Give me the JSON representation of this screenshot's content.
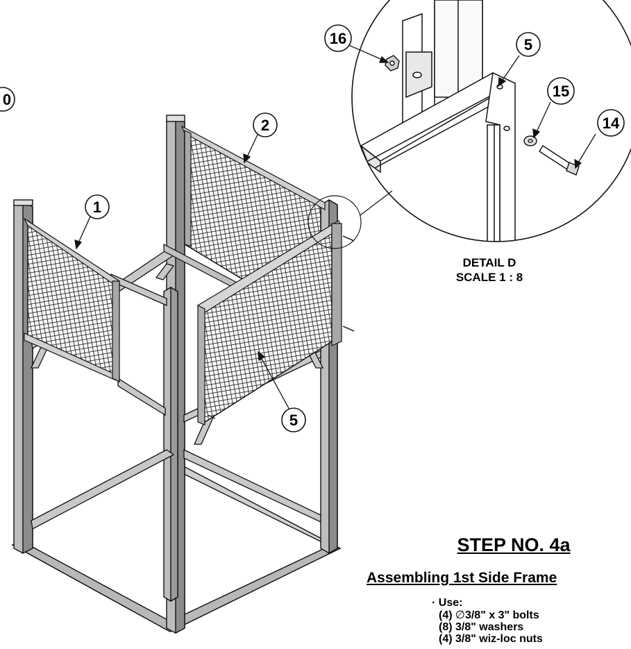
{
  "callouts": {
    "part_1": "1",
    "part_2": "2",
    "part_5_main": "5",
    "part_10_partial": "0",
    "detail_16": "16",
    "detail_5": "5",
    "detail_15": "15",
    "detail_14": "14"
  },
  "detail": {
    "label": "DETAIL D",
    "scale": "SCALE 1 : 8"
  },
  "step": {
    "title": "STEP NO. 4a",
    "subtitle": "Assembling 1st Side Frame",
    "use_label": "Use:",
    "items": [
      {
        "qty": "(4)",
        "symbol": "∅",
        "text": "3/8\" x 3\" bolts"
      },
      {
        "qty": "(8)",
        "symbol": "",
        "text": "3/8\" washers"
      },
      {
        "qty": "(4)",
        "symbol": "",
        "text": "3/8\" wiz-loc nuts"
      }
    ]
  }
}
